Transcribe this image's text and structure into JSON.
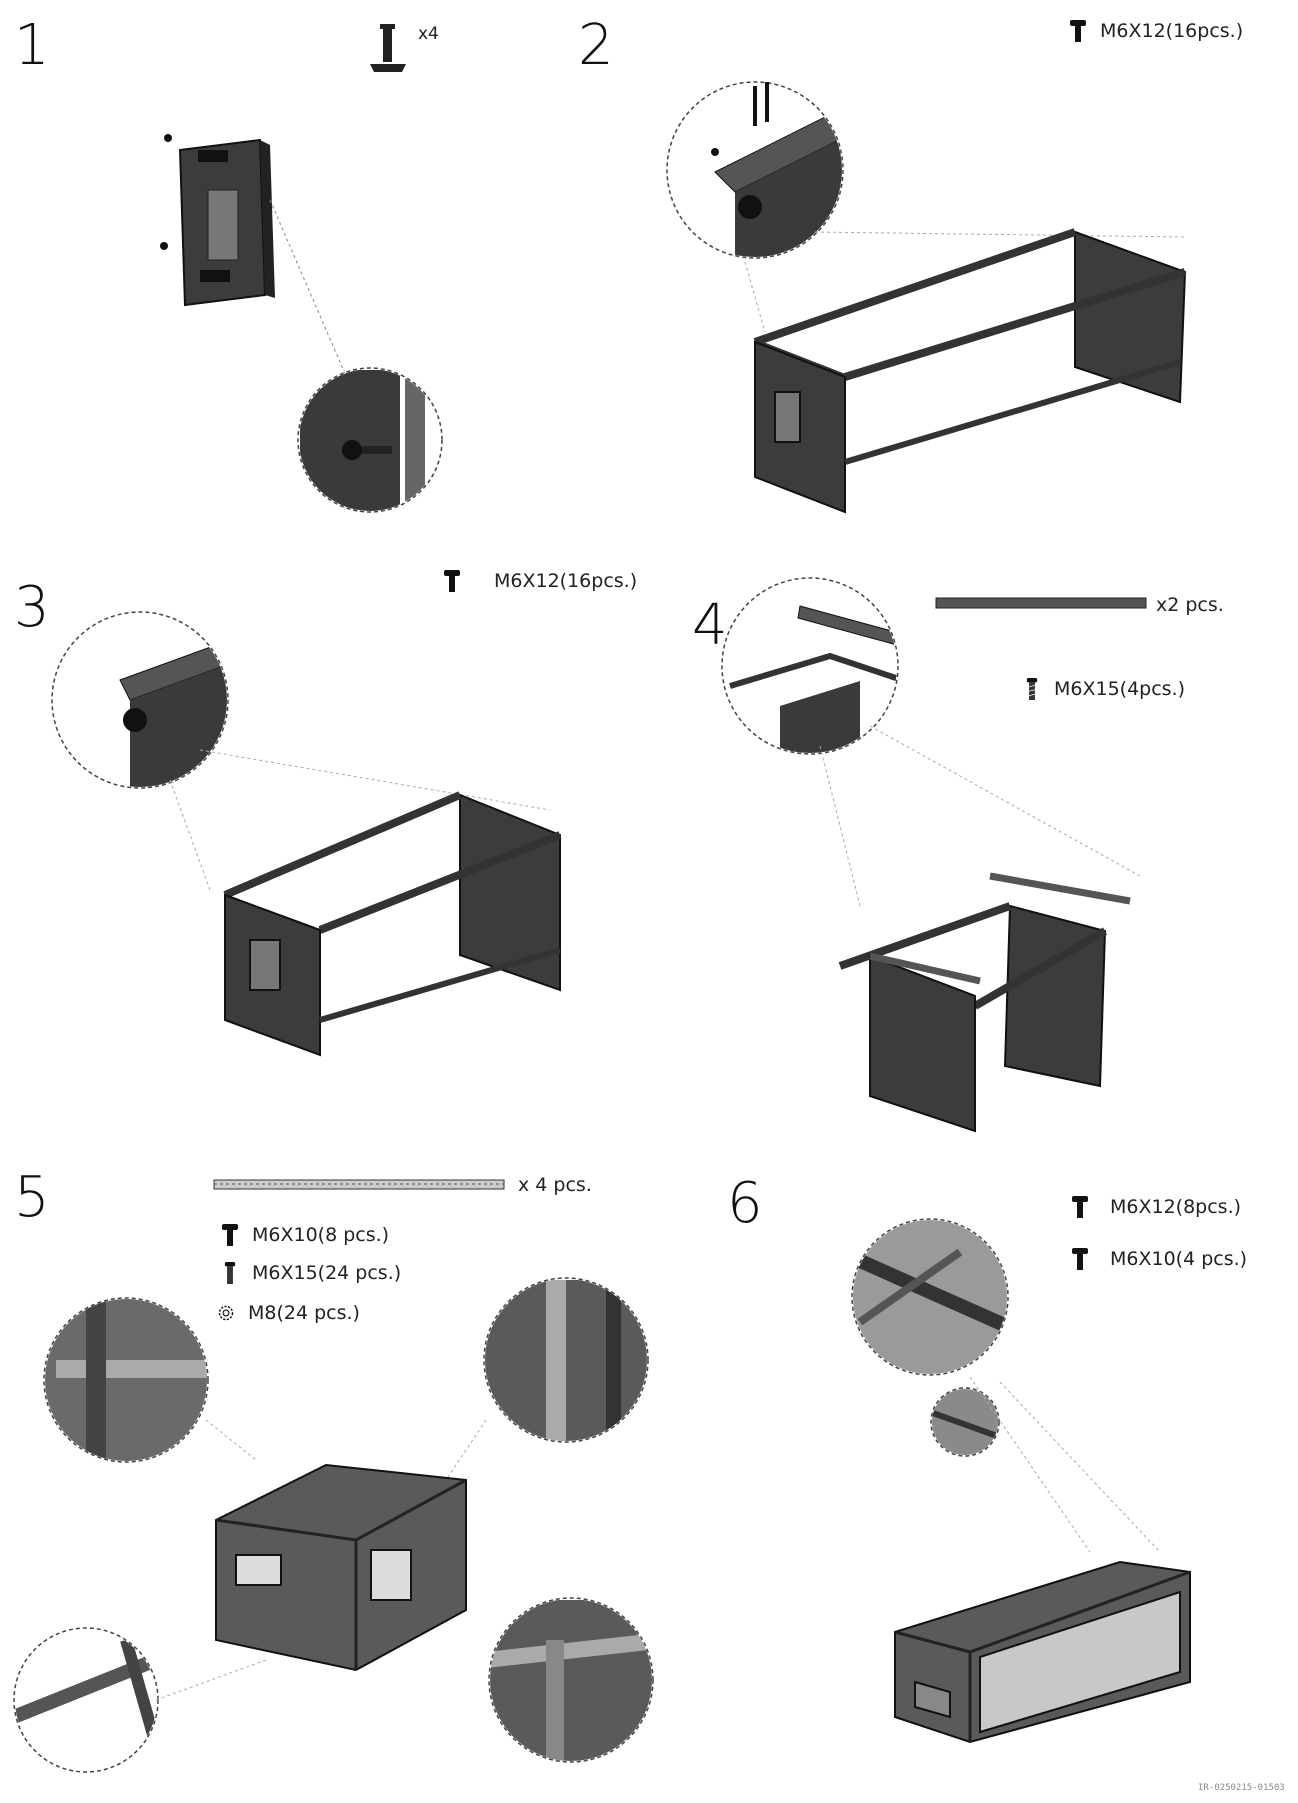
{
  "steps": [
    {
      "number": "1",
      "parts": [
        {
          "icon": "bolt-icon",
          "label": "x4"
        }
      ]
    },
    {
      "number": "2",
      "parts": [
        {
          "icon": "screw-icon",
          "label": "M6X12(16pcs.)"
        }
      ]
    },
    {
      "number": "3",
      "parts": [
        {
          "icon": "screw-icon",
          "label": "M6X12(16pcs.)"
        }
      ]
    },
    {
      "number": "4",
      "parts": [
        {
          "icon": "bar-icon",
          "label": "x2 pcs."
        },
        {
          "icon": "long-screw-icon",
          "label": "M6X15(4pcs.)"
        }
      ]
    },
    {
      "number": "5",
      "parts": [
        {
          "icon": "rail-icon",
          "label": "x 4 pcs."
        },
        {
          "icon": "screw-icon",
          "label": "M6X10(8 pcs.)"
        },
        {
          "icon": "long-screw-icon",
          "label": "M6X15(24 pcs.)"
        },
        {
          "icon": "nut-icon",
          "label": "M8(24 pcs.)"
        }
      ]
    },
    {
      "number": "6",
      "parts": [
        {
          "icon": "screw-icon",
          "label": "M6X12(8pcs.)"
        },
        {
          "icon": "screw-icon",
          "label": "M6X10(4 pcs.)"
        }
      ]
    }
  ],
  "footer_code": "IR-0250215-01503"
}
